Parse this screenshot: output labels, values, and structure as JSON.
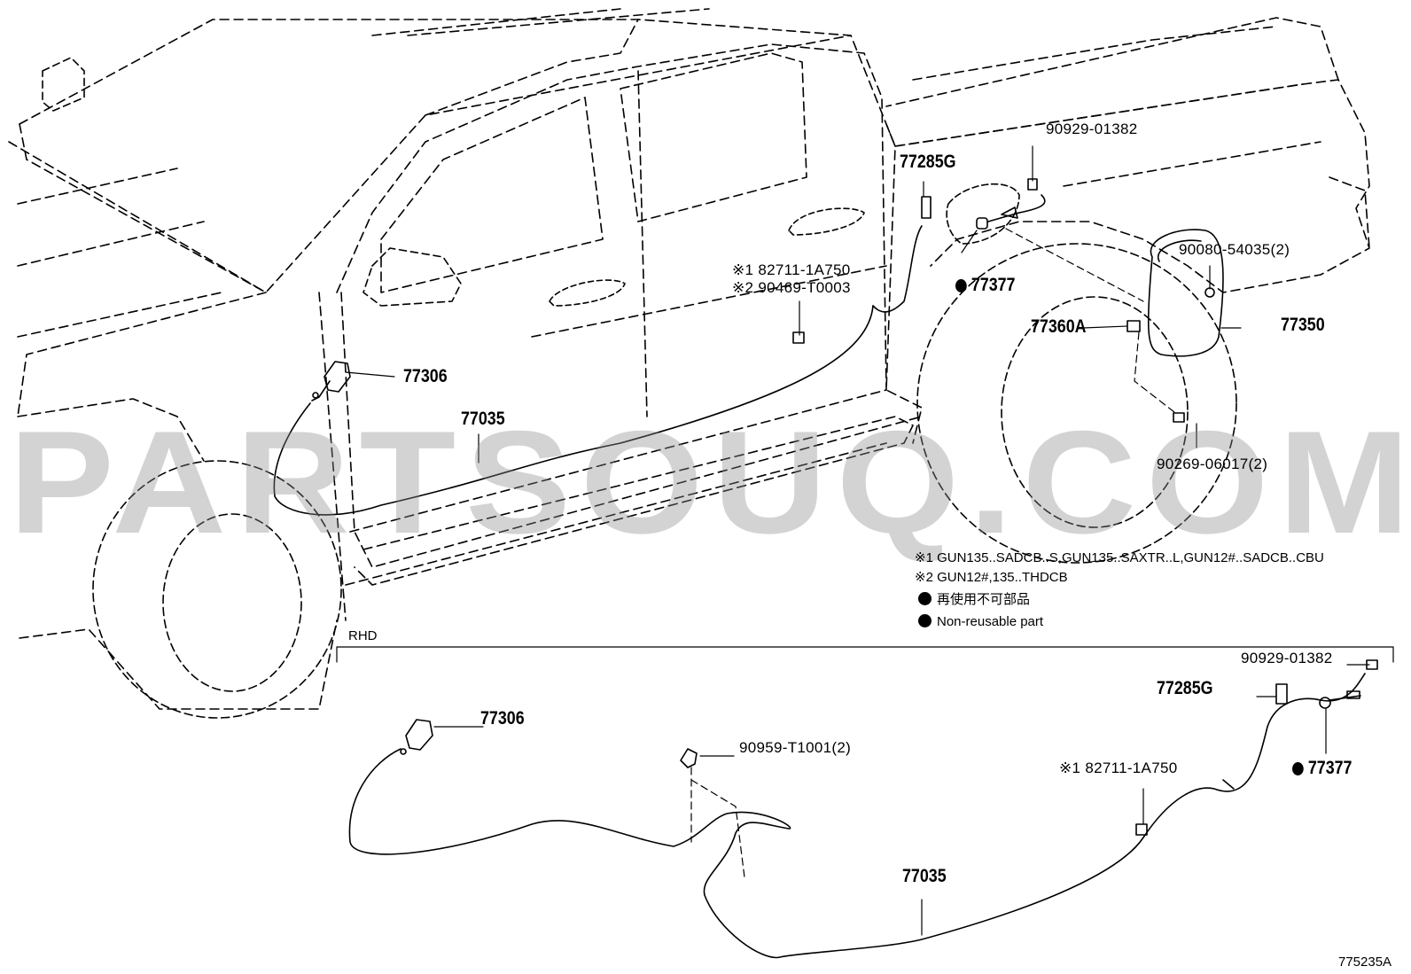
{
  "watermark": "PARTSOUQ.COM",
  "labels": {
    "p90929_top": "90929-01382",
    "p77285g_top": "77285G",
    "p90080": "90080-54035(2)",
    "note1_a": "※1 82711-1A750",
    "note2_a": "※2 90469-T0003",
    "p77377_top": "77377",
    "p77360a": "77360A",
    "p77350": "77350",
    "p77306_top": "77306",
    "p77035_top": "77035",
    "p90269": "90269-06017(2)",
    "legend_1": "※1 GUN135..SADCB..S,GUN135..SAXTR..L,GUN12#..SADCB..CBU",
    "legend_2": "※2 GUN12#,135..THDCB",
    "legend_jp": "再使用不可部品",
    "legend_en": "Non-reusable part",
    "rhd": "RHD",
    "p90929_rhd": "90929-01382",
    "p77285g_rhd": "77285G",
    "p77306_rhd": "77306",
    "p90959": "90959-T1001(2)",
    "note1_rhd": "※1 82711-1A750",
    "p77377_rhd": "77377",
    "p77035_rhd": "77035",
    "diagram_code": "775235A"
  }
}
